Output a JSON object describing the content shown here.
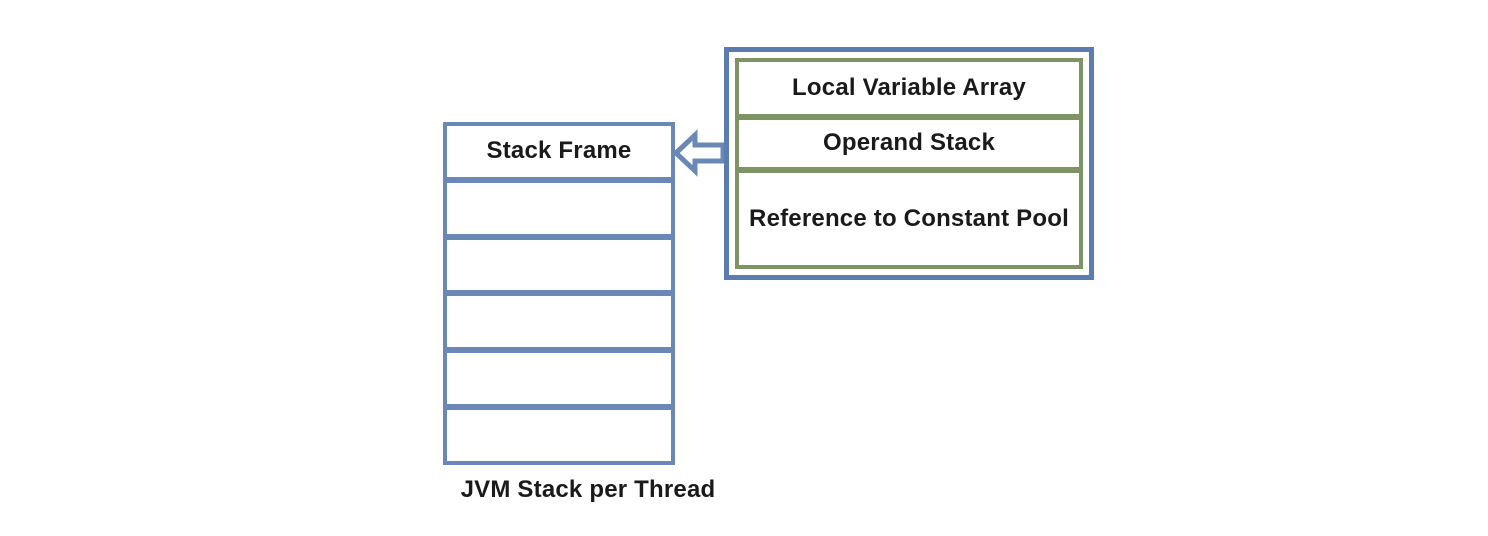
{
  "diagram": {
    "title": "JVM Stack per Thread",
    "colors": {
      "background": "#ffffff",
      "stack_border_blue": "#6a88b5",
      "panel_border_blue": "#5b7cb0",
      "frame_border_green": "#7e9464",
      "text": "#1a1a1a",
      "arrow_stroke": "#6a88b5",
      "arrow_fill": "#ffffff"
    },
    "stack": {
      "caption": "JVM Stack per Thread",
      "rows": [
        {
          "label": "Stack Frame"
        },
        {
          "label": ""
        },
        {
          "label": ""
        },
        {
          "label": ""
        },
        {
          "label": ""
        },
        {
          "label": ""
        }
      ]
    },
    "arrow": {
      "icon": "left-block-arrow-icon",
      "direction": "left",
      "from": "Stack Frame detail panel",
      "to": "Stack Frame"
    },
    "frame_panel": {
      "boxes": [
        {
          "label": "Local Variable Array"
        },
        {
          "label": "Operand Stack"
        },
        {
          "label": "Reference to Constant Pool"
        }
      ]
    }
  }
}
